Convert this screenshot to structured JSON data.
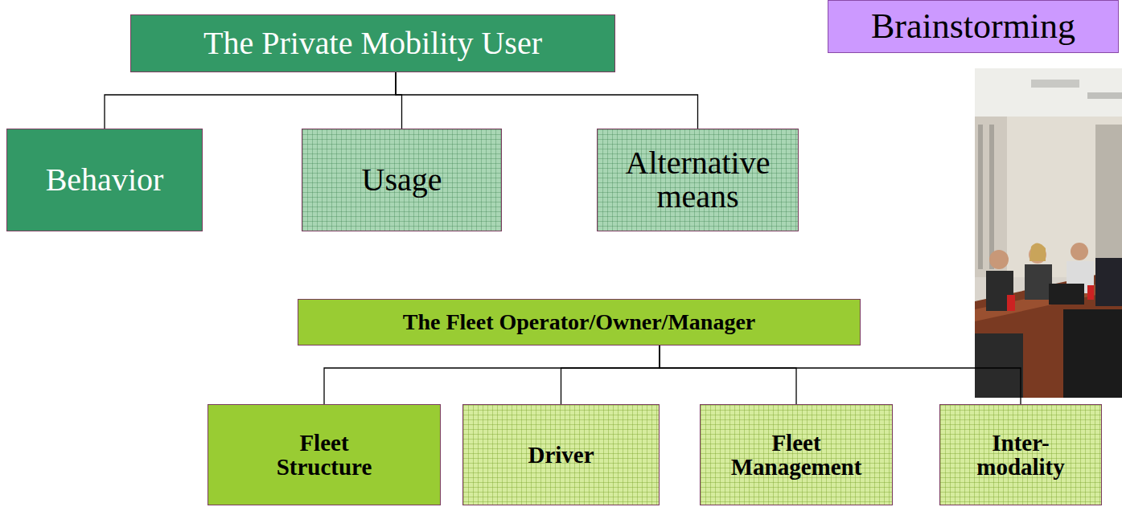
{
  "diagram": {
    "nodes": [
      {
        "text": [
          "Brainstorming"
        ]
      },
      {
        "text": [
          "The Private Mobility User"
        ]
      },
      {
        "text": [
          "Behavior"
        ]
      },
      {
        "text": [
          "Usage"
        ]
      },
      {
        "text": [
          "Alternative means"
        ]
      },
      {
        "text": [
          "The Fleet Operator/Owner/Manager"
        ]
      },
      {
        "text": [
          "Fleet Structure"
        ]
      },
      {
        "text": [
          "Driver"
        ]
      },
      {
        "text": [
          "Fleet Management"
        ]
      },
      {
        "text": [
          "Inter-modality"
        ]
      }
    ],
    "edges": [
      {
        "from": 1,
        "to": 2,
        "arrow": "none"
      },
      {
        "from": 1,
        "to": 3,
        "arrow": "none"
      },
      {
        "from": 1,
        "to": 4,
        "arrow": "none"
      },
      {
        "from": 5,
        "to": 6,
        "arrow": "none"
      },
      {
        "from": 5,
        "to": 7,
        "arrow": "none"
      },
      {
        "from": 5,
        "to": 8,
        "arrow": "none"
      },
      {
        "from": 5,
        "to": 9,
        "arrow": "none"
      }
    ]
  }
}
